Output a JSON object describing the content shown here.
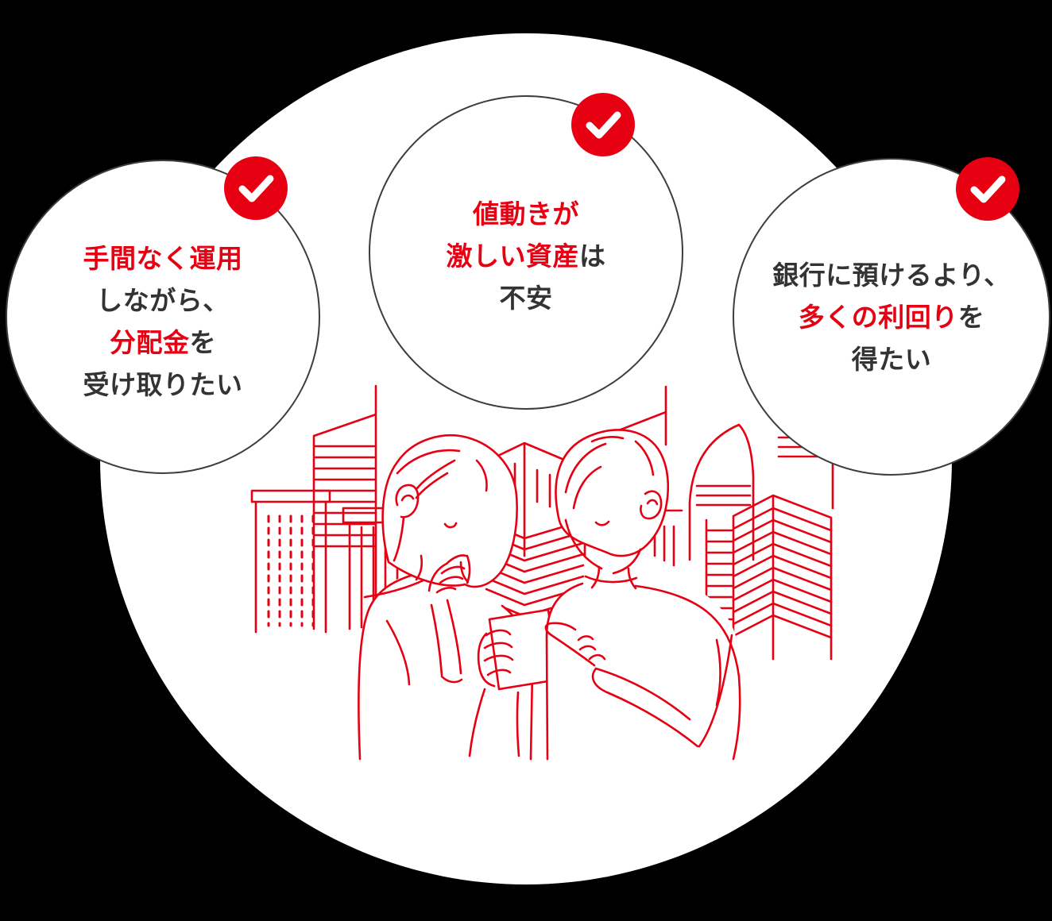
{
  "colors": {
    "background": "#000000",
    "panel": "#ffffff",
    "accent_red": "#e60012",
    "text_dark": "#333333",
    "bubble_border": "#3d3d3d",
    "badge_fill": "#e60012",
    "badge_check": "#ffffff",
    "illustration_line": "#e60012"
  },
  "bubbles": [
    {
      "name": "left",
      "badge_icon": "checkmark",
      "lines": [
        {
          "segments": [
            {
              "text": "手間なく運用",
              "color": "#e60012"
            }
          ]
        },
        {
          "segments": [
            {
              "text": "しながら、",
              "color": "#333333"
            }
          ]
        },
        {
          "segments": [
            {
              "text": "分配金",
              "color": "#e60012"
            },
            {
              "text": "を",
              "color": "#333333"
            }
          ]
        },
        {
          "segments": [
            {
              "text": "受け取りたい",
              "color": "#333333"
            }
          ]
        }
      ]
    },
    {
      "name": "center",
      "badge_icon": "checkmark",
      "lines": [
        {
          "segments": [
            {
              "text": "値動きが",
              "color": "#e60012"
            }
          ]
        },
        {
          "segments": [
            {
              "text": "激しい資産",
              "color": "#e60012"
            },
            {
              "text": "は",
              "color": "#333333"
            }
          ]
        },
        {
          "segments": [
            {
              "text": "不安",
              "color": "#333333"
            }
          ]
        }
      ]
    },
    {
      "name": "right",
      "badge_icon": "checkmark",
      "lines": [
        {
          "segments": [
            {
              "text": "銀行に預けるより、",
              "color": "#333333"
            }
          ]
        },
        {
          "segments": [
            {
              "text": "多くの利回り",
              "color": "#e60012"
            },
            {
              "text": "を",
              "color": "#333333"
            }
          ]
        },
        {
          "segments": [
            {
              "text": "得たい",
              "color": "#333333"
            }
          ]
        }
      ]
    }
  ],
  "illustration": {
    "name": "couple-viewing-smartphone-city-line-art"
  }
}
